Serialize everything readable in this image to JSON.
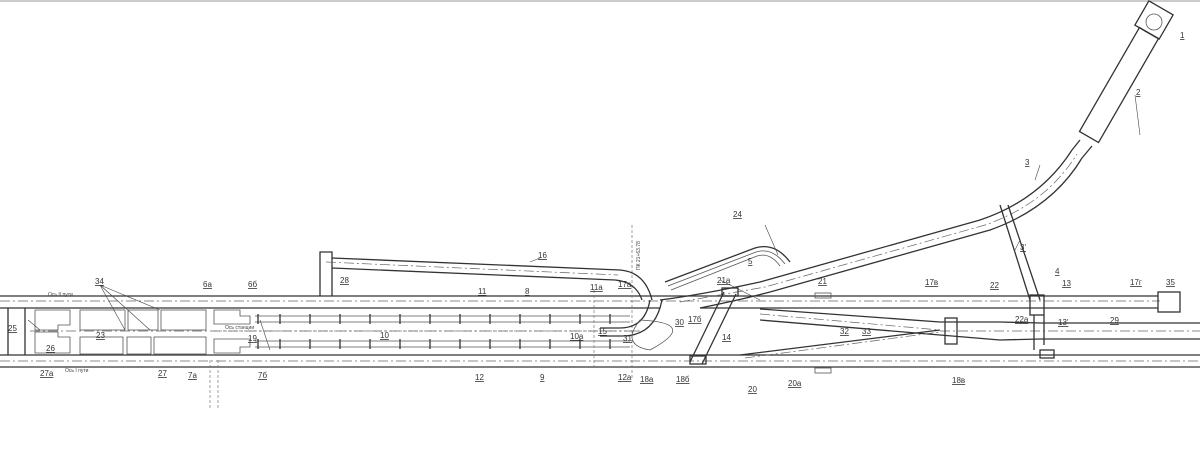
{
  "drawing": {
    "axis_labels": {
      "track_2": "Ось II пути",
      "station": "Ось станции",
      "track_1": "Ось I пути"
    },
    "picket": "ПК 21+63.78",
    "labels": [
      "1",
      "2",
      "3",
      "3'",
      "24",
      "16",
      "28",
      "5",
      "21а",
      "21",
      "17в",
      "17г",
      "35",
      "4",
      "13",
      "22",
      "22а",
      "13'",
      "29",
      "34",
      "25",
      "26",
      "23",
      "27а",
      "27",
      "6а",
      "6б",
      "7а",
      "7б",
      "11",
      "8",
      "11а",
      "17а",
      "19",
      "10",
      "10а",
      "15",
      "31",
      "30",
      "14",
      "17б",
      "32",
      "33",
      "9",
      "12",
      "12а",
      "18а",
      "18б",
      "20",
      "20а",
      "18в"
    ]
  }
}
